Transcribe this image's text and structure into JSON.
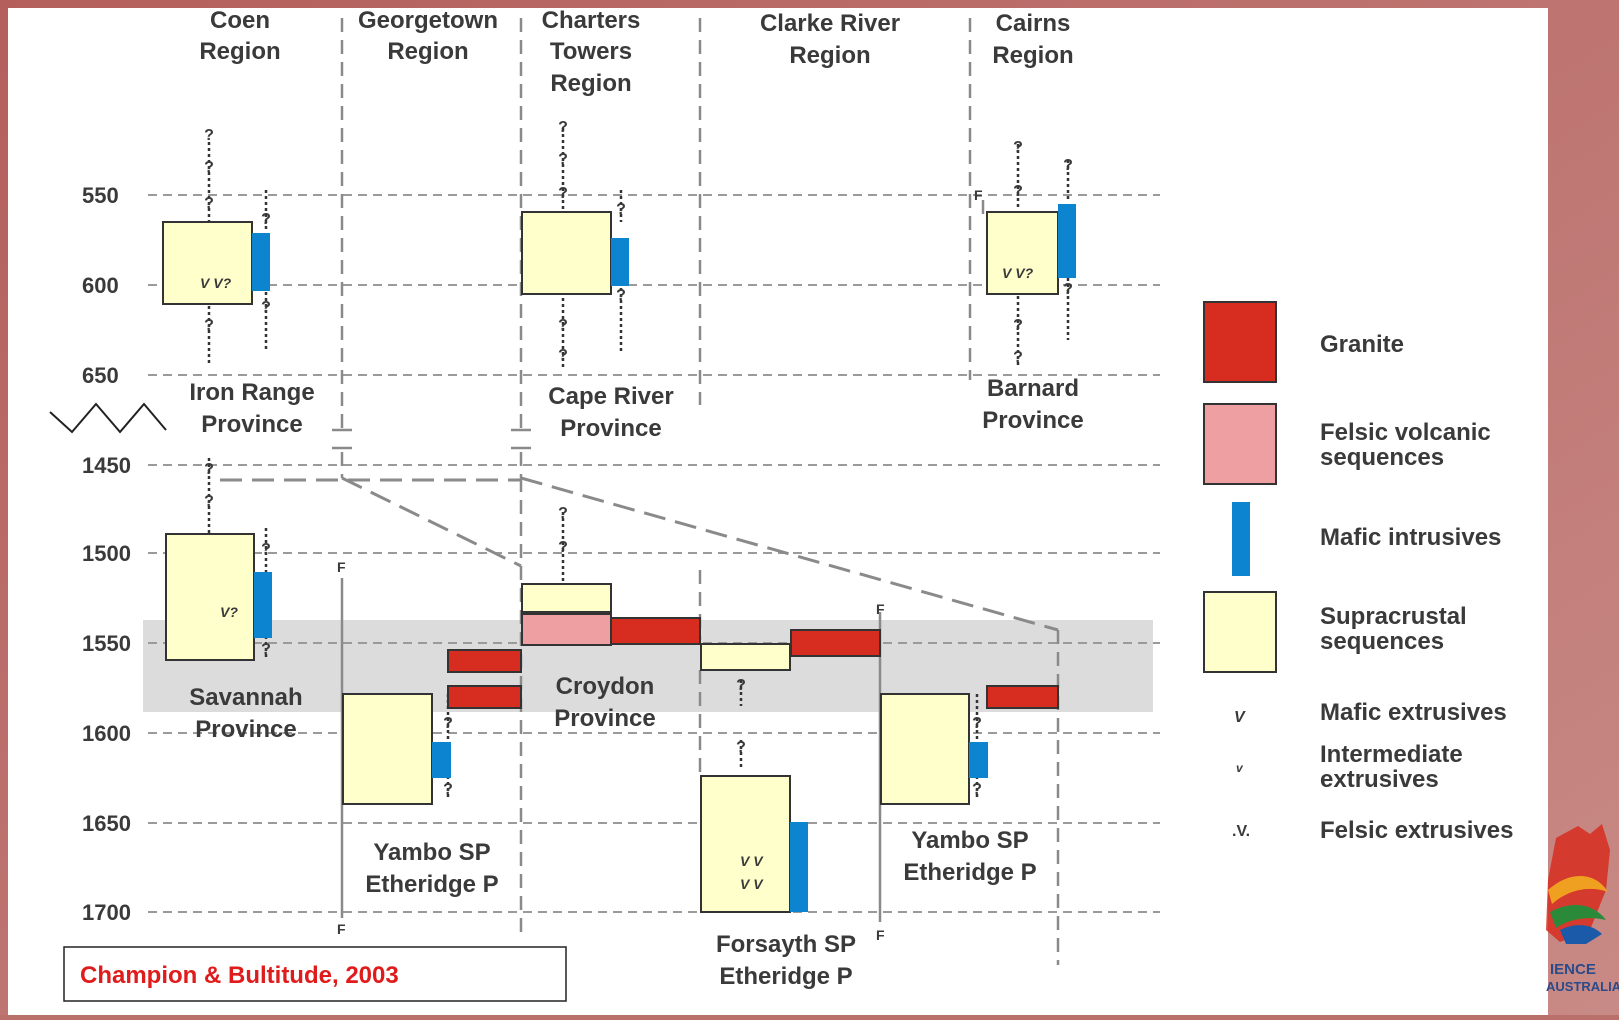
{
  "regions": [
    {
      "lines": [
        "Coen",
        "Region"
      ]
    },
    {
      "lines": [
        "Georgetown",
        "Region"
      ]
    },
    {
      "lines": [
        "Charters",
        "Towers",
        "Region"
      ]
    },
    {
      "lines": [
        "Clarke River",
        "Region"
      ]
    },
    {
      "lines": [
        "Cairns",
        "Region"
      ]
    }
  ],
  "age_ticks": [
    "550",
    "600",
    "650",
    "1450",
    "1500",
    "1550",
    "1600",
    "1650",
    "1700"
  ],
  "provinces": {
    "iron_range": [
      "Iron Range",
      "Province"
    ],
    "cape_river": [
      "Cape River",
      "Province"
    ],
    "barnard": [
      "Barnard",
      "Province"
    ],
    "savannah": [
      "Savannah",
      "Province"
    ],
    "croydon": [
      "Croydon",
      "Province"
    ],
    "yambo_west": [
      "Yambo SP",
      "Etheridge P"
    ],
    "forsayth": [
      "Forsayth SP",
      "Etheridge P"
    ],
    "yambo_east": [
      "Yambo SP",
      "Etheridge P"
    ]
  },
  "symbols": {
    "vv_q": "V V?",
    "v_q": "V?",
    "vv": "V V",
    "fault": "F",
    "question": "?"
  },
  "legend": {
    "granite": {
      "lines": [
        "Granite"
      ],
      "color": "#d62d20"
    },
    "felsic_volcanic": {
      "lines": [
        "Felsic volcanic",
        "sequences"
      ],
      "color": "#ee9fa2"
    },
    "mafic_intrusives": {
      "lines": [
        "Mafic intrusives"
      ],
      "color": "#0d84cf"
    },
    "supracrustal": {
      "lines": [
        "Supracrustal",
        "sequences"
      ],
      "color": "#ffffcc"
    },
    "mafic_extrusives": {
      "symbol": "V",
      "lines": [
        "Mafic extrusives"
      ]
    },
    "intermediate_extrusives": {
      "symbol": "v",
      "lines": [
        "Intermediate",
        "extrusives"
      ]
    },
    "felsic_extrusives": {
      "symbol": ".V.",
      "lines": [
        "Felsic extrusives"
      ]
    }
  },
  "citation": "Champion & Bultitude, 2003",
  "logo_text": [
    "IENCE",
    "AUSTRALIA"
  ]
}
